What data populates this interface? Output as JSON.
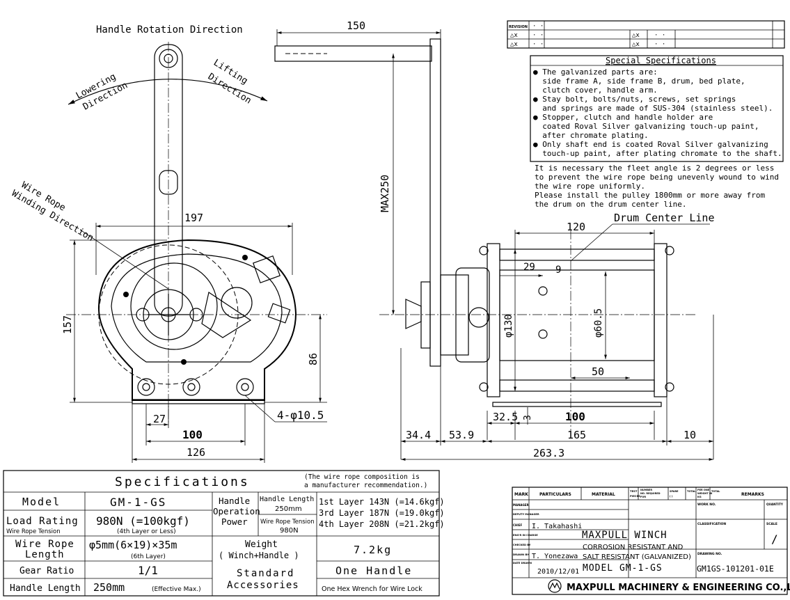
{
  "drawing": {
    "handle_rotation_direction": "Handle Rotation Direction",
    "lowering_direction": [
      "Lowering",
      "Direction"
    ],
    "lifting_direction": [
      "Lifting",
      "Direction"
    ],
    "wire_rope_winding_direction": [
      "Wire Rope",
      "Winding Direction"
    ],
    "drum_center_line": "Drum Center Line",
    "dims": {
      "d150": "150",
      "max250": "MAX250",
      "d197": "197",
      "d157": "157",
      "d86": "86",
      "d27": "27",
      "d100a": "100",
      "d126": "126",
      "holes": "4-φ10.5",
      "d120": "120",
      "d29": "29",
      "d9": "9",
      "d130": "φ130",
      "d60_5": "φ60.5",
      "d50": "50",
      "d32_5": "32.5",
      "d3": "3",
      "d100b": "100",
      "d34_4": "34.4",
      "d53_9": "53.9",
      "d165": "165",
      "d10": "10",
      "d263_3": "263.3"
    }
  },
  "revision": {
    "header": "REVISION",
    "rows": [
      {
        "mark": "",
        "date": "· ·"
      },
      {
        "mark": "△x",
        "date": "· ·",
        "mark2": "△x",
        "date2": "· ·"
      },
      {
        "mark": "△x",
        "date": "· ·",
        "mark2": "△x",
        "date2": "· ·"
      }
    ]
  },
  "special": {
    "title": "Special Specifications",
    "lines": [
      "● The galvanized parts are:",
      "  side frame A, side frame B, drum, bed plate,",
      "  clutch cover, handle arm.",
      "● Stay bolt, bolts/nuts, screws, set springs",
      "  and springs are made of SUS-304 (stainless steel).",
      "● Stopper, clutch and handle holder are",
      "  coated Roval Silver galvanizing touch-up paint,",
      "  after chromate plating.",
      "● Only shaft end is coated Roval Silver galvanizing",
      "  touch-up paint, after plating chromate to the shaft."
    ],
    "notes": [
      "It is necessary the fleet angle is 2 degrees or less",
      "to prevent the wire rope being unevenly wound to wind",
      "the wire rope uniformly.",
      "Please install the pulley 1800mm or more away from",
      "the drum on the drum center line."
    ]
  },
  "specs": {
    "title": "Specifications",
    "note": [
      "(The wire rope composition is",
      "a manufacturer recommendation.)"
    ],
    "model_label": "Model",
    "model_value": "GM-1-GS",
    "load_label": "Load Rating",
    "load_sub": "Wire Rope Tension",
    "load_value": "980N (=100kgf)",
    "load_value_sub": "(4th Layer or Less)",
    "rope_label": [
      "Wire Rope",
      "Length"
    ],
    "rope_value": "φ5mm(6×19)×35m",
    "rope_value_sub": "(6th Layer)",
    "gear_label": "Gear Ratio",
    "gear_value": "1/1",
    "handle_len_label": "Handle Length",
    "handle_len_value": "250mm",
    "handle_len_sub": "(Effective Max.)",
    "hop_label": [
      "Handle",
      "Operation",
      "Power"
    ],
    "hop_len_label": "Handle Length",
    "hop_len_value": "250mm",
    "hop_ten_label": "Wire Rope Tension",
    "hop_ten_value": "980N",
    "layers": [
      "1st Layer 143N (=14.6kgf)",
      "3rd Layer 187N (=19.0kgf)",
      "4th Layer 208N (=21.2kgf)"
    ],
    "weight_label": [
      "Weight",
      "( Winch+Handle )"
    ],
    "weight_value": "7.2kg",
    "acc_label": [
      "Standard",
      "Accessories"
    ],
    "acc_value": "One Handle",
    "acc_value_sub": "One Hex Wrench for Wire Lock"
  },
  "title_block": {
    "mark": "MARK",
    "particulars": "PARTICULARS",
    "material": "MATERIAL",
    "test_pieces": [
      "TEST",
      "PIECES"
    ],
    "nos_required": [
      "NUMBER",
      "NO. REQUIRED",
      "FOR"
    ],
    "per_set": [
      "SPARE",
      "( )"
    ],
    "total": "TOTAL",
    "weight": [
      "PER ONE",
      "WEIGHT IN",
      "KG"
    ],
    "total2": "TOTAL",
    "remarks": "REMARKS",
    "row_labels": [
      "MANAGER",
      "DEPUTY MANAGER",
      "CHIEF",
      "ENG'R IN CHARGE",
      "CHECKED BY",
      "DRAWN BY",
      "DATE DRAWN"
    ],
    "chief": "I. Takahashi",
    "drawn": "T. Yonezawa",
    "date": "2010/12/01",
    "title": [
      "MAXPULL WINCH",
      "CORROSION RESISTANT AND",
      "SALT RESISTANT (GALVANIZED)",
      "MODEL GM-1-GS"
    ],
    "work_no": "WORK NO.",
    "quantity": "QUANTITY",
    "classification": "CLASSIFICATION",
    "scale": "SCALE",
    "scale_value": "/",
    "drawing_no_label": "DRAWING NO.",
    "drawing_no": "GM1GS-101201-01E",
    "company": "MAXPULL MACHINERY & ENGINEERING CO.,LTD."
  }
}
